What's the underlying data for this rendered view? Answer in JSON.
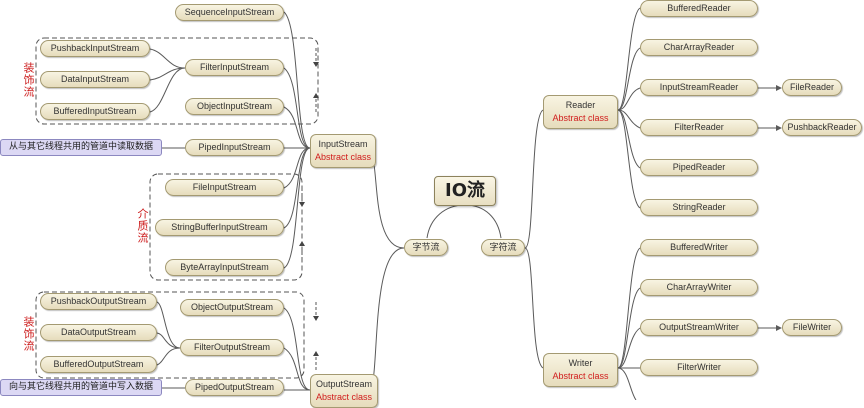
{
  "root": "IO流",
  "byte_branch": "字节流",
  "char_branch": "字符流",
  "input_stream": {
    "name": "InputStream",
    "tag": "Abstract class"
  },
  "output_stream": {
    "name": "OutputStream",
    "tag": "Abstract class"
  },
  "reader": {
    "name": "Reader",
    "tag": "Abstract class"
  },
  "writer": {
    "name": "Writer",
    "tag": "Abstract class"
  },
  "input_children": {
    "sequence": "SequenceInputStream",
    "filter": "FilterInputStream",
    "object": "ObjectInputStream",
    "piped": "PipedInputStream",
    "file": "FileInputStream",
    "string_buffer": "StringBufferInputStream",
    "byte_array": "ByteArrayInputStream"
  },
  "filter_input_children": [
    "PushbackInputStream",
    "DataInputStream",
    "BufferedInputStream"
  ],
  "output_children": {
    "object": "ObjectOutputStream",
    "filter": "FilterOutputStream",
    "piped": "PipedOutputStream"
  },
  "filter_output_children": [
    "PushbackOutputStream",
    "DataOutputStream",
    "BufferedOutputStream"
  ],
  "reader_children": [
    "BufferedReader",
    "CharArrayReader",
    "InputStreamReader",
    "FilterReader",
    "PipedReader",
    "StringReader"
  ],
  "reader_sub": {
    "file_reader": "FileReader",
    "pushback_reader": "PushbackReader"
  },
  "writer_children": [
    "BufferedWriter",
    "CharArrayWriter",
    "OutputStreamWriter",
    "FilterWriter"
  ],
  "writer_sub": {
    "file_writer": "FileWriter"
  },
  "notes": {
    "piped_input": "从与其它线程共用的管道中读取数据",
    "piped_output": "向与其它线程共用的管道中写入数据"
  },
  "group_labels": {
    "decorator_input": "装饰流",
    "media": "介质流",
    "decorator_output": "装饰流"
  }
}
